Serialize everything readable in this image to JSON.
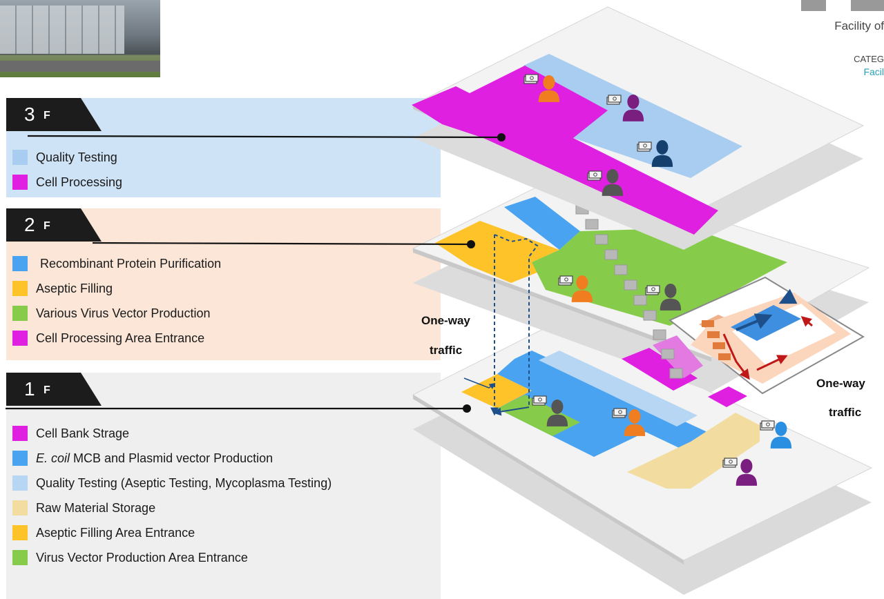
{
  "logo": {
    "tagline": "Facility of",
    "category": "CATEG",
    "category_sub": "Facil"
  },
  "floors": [
    {
      "id": "3f",
      "num": "3",
      "suffix": "F",
      "items": [
        {
          "label": "Quality Testing",
          "color": "#a8cdf0"
        },
        {
          "label": "Cell Processing",
          "color": "#e020e0"
        }
      ]
    },
    {
      "id": "2f",
      "num": "2",
      "suffix": "F",
      "items": [
        {
          "label": "Recombinant Protein Purification",
          "color": "#4aa3f0"
        },
        {
          "label": "Aseptic Filling",
          "color": "#ffc32a"
        },
        {
          "label": "Various Virus Vector Production",
          "color": "#86cc4a"
        },
        {
          "label": "Cell Processing Area Entrance",
          "color": "#e020e0"
        }
      ]
    },
    {
      "id": "1f",
      "num": "1",
      "suffix": "F",
      "items": [
        {
          "label": "Cell Bank Strage",
          "color": "#e020e0"
        },
        {
          "label_italic": "E. coil",
          "label": " MCB and Plasmid vector Production",
          "color": "#4aa3f0"
        },
        {
          "label": "Quality Testing (Aseptic Testing, Mycoplasma Testing)",
          "color": "#b6d6f3"
        },
        {
          "label": "Raw Material Storage",
          "color": "#f2dca0"
        },
        {
          "label": "Aseptic Filling Area Entrance",
          "color": "#ffc32a"
        },
        {
          "label": "Virus Vector Production Area Entrance",
          "color": "#86cc4a"
        }
      ]
    }
  ],
  "annotations": {
    "one_way_left_1": "One-way",
    "one_way_left_2": "traffic",
    "one_way_right_1": "One-way",
    "one_way_right_2": "traffic"
  },
  "person_colors": [
    "#f07d20",
    "#7a1f80",
    "#15406e",
    "#555555",
    "#2a8fe0"
  ]
}
